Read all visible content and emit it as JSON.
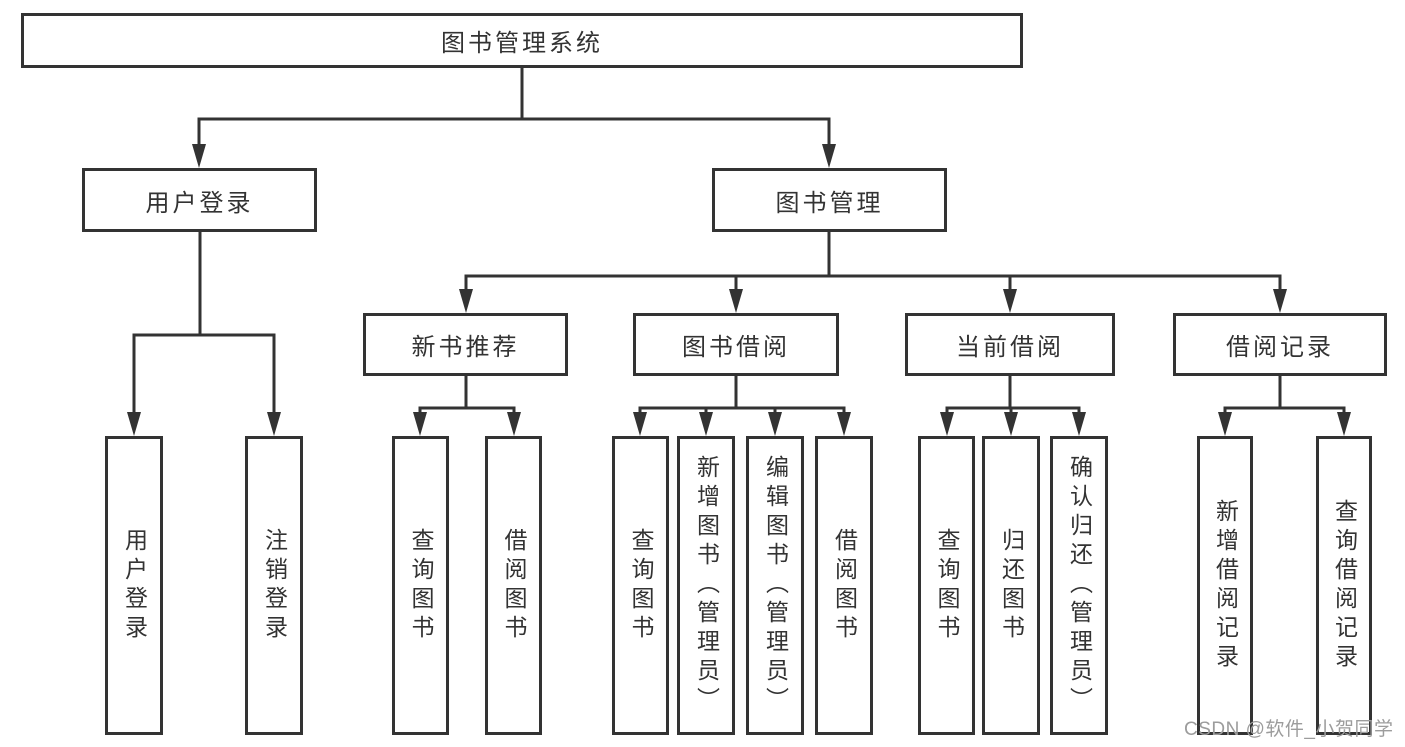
{
  "diagram": {
    "tree": {
      "root": {
        "label": "图书管理系统"
      },
      "branches": [
        {
          "label": "用户登录",
          "children": [
            {
              "label": "用户登录"
            },
            {
              "label": "注销登录"
            }
          ]
        },
        {
          "label": "图书管理",
          "children": [
            {
              "label": "新书推荐",
              "children": [
                {
                  "label": "查询图书"
                },
                {
                  "label": "借阅图书"
                }
              ]
            },
            {
              "label": "图书借阅",
              "children": [
                {
                  "label": "查询图书"
                },
                {
                  "label": "新增图书（管理员）"
                },
                {
                  "label": "编辑图书（管理员）"
                },
                {
                  "label": "借阅图书"
                }
              ]
            },
            {
              "label": "当前借阅",
              "children": [
                {
                  "label": "查询图书"
                },
                {
                  "label": "归还图书"
                },
                {
                  "label": "确认归还（管理员）"
                }
              ]
            },
            {
              "label": "借阅记录",
              "children": [
                {
                  "label": "新增借阅记录"
                },
                {
                  "label": "查询借阅记录"
                }
              ]
            }
          ]
        }
      ]
    },
    "colors": {
      "line": "#333333",
      "box_border": "#333333",
      "text": "#333333",
      "background": "#ffffff"
    }
  },
  "watermark": {
    "text": "CSDN @软件_小贺同学",
    "color": "#9c9c9c"
  }
}
